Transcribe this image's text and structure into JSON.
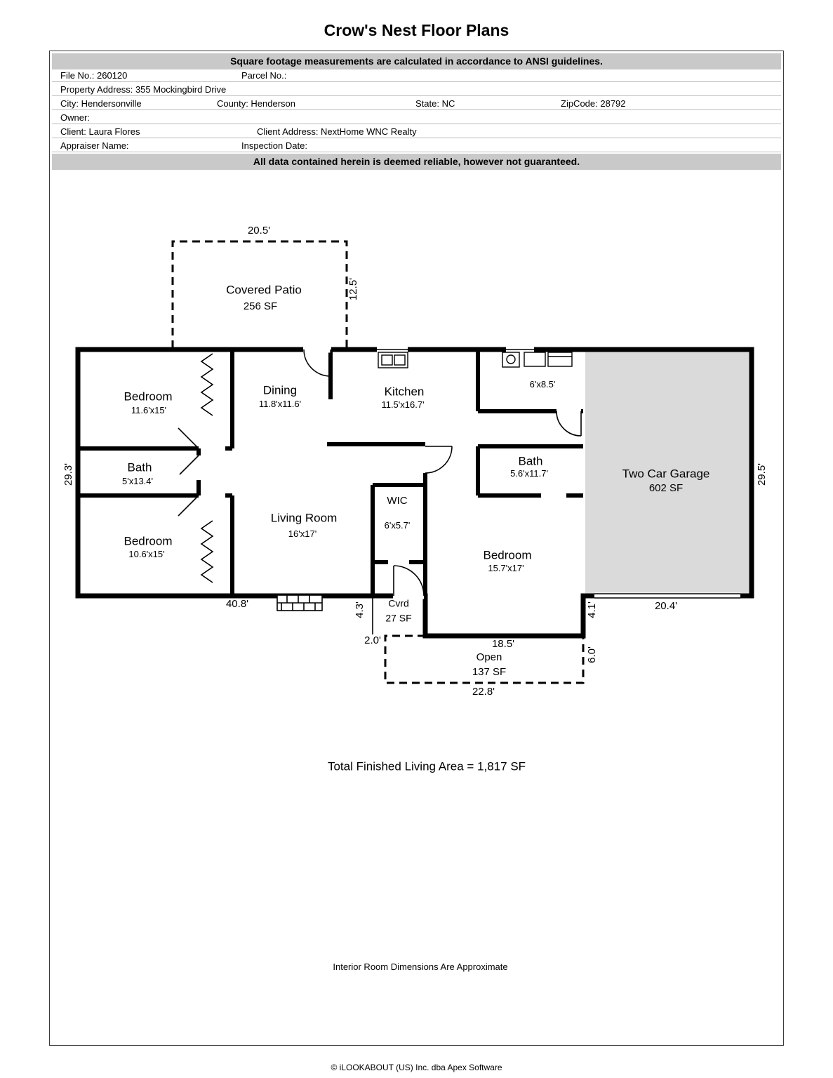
{
  "title": "Crow's Nest Floor Plans",
  "colors": {
    "banner_gray": "#c9c9c9",
    "garage_fill": "#dadada",
    "wall": "#000000"
  },
  "banners": {
    "ansi": "Square footage measurements are calculated in accordance to ANSI guidelines.",
    "disclaimer": "All data contained herein is deemed reliable, however not guaranteed."
  },
  "info": {
    "file_no": "File No.: 260120",
    "parcel_no": "Parcel No.:",
    "property_address": "Property Address: 355 Mockingbird Drive",
    "city": "City: Hendersonville",
    "county": "County: Henderson",
    "state": "State: NC",
    "zipcode": "ZipCode: 28792",
    "owner": "Owner:",
    "client": "Client: Laura Flores",
    "client_address": "Client Address: NextHome WNC Realty",
    "appraiser": "Appraiser Name:",
    "inspection": "Inspection Date:"
  },
  "rooms": {
    "covered_patio": {
      "name": "Covered Patio",
      "area": "256 SF"
    },
    "bedroom1": {
      "name": "Bedroom",
      "dims": "11.6'x15'"
    },
    "dining": {
      "name": "Dining",
      "dims": "11.8'x11.6'"
    },
    "kitchen": {
      "name": "Kitchen",
      "dims": "11.5'x16.7'"
    },
    "utility": {
      "dims": "6'x8.5'"
    },
    "bath1": {
      "name": "Bath",
      "dims": "5'x13.4'"
    },
    "bath2": {
      "name": "Bath",
      "dims": "5.6'x11.7'"
    },
    "garage": {
      "name": "Two Car Garage",
      "area": "602 SF"
    },
    "living_room": {
      "name": "Living Room",
      "dims": "16'x17'"
    },
    "wic": {
      "name": "WIC",
      "dims": "6'x5.7'"
    },
    "bedroom2": {
      "name": "Bedroom",
      "dims": "10.6'x15'"
    },
    "bedroom3": {
      "name": "Bedroom",
      "dims": "15.7'x17'"
    },
    "cvrd": {
      "name": "Cvrd",
      "area": "27 SF"
    },
    "open": {
      "name": "Open",
      "area": "137 SF"
    }
  },
  "dims": {
    "patio_width": "20.5'",
    "patio_depth": "12.5'",
    "left_side": "29.3'",
    "right_side": "29.5'",
    "bottom_left": "40.8'",
    "porch_depth": "4.3'",
    "step": "2.0'",
    "open_top": "18.5'",
    "right_gap_upper": "4.1'",
    "right_gap_lower": "6.0'",
    "garage_width": "20.4'",
    "open_bottom": "22.8'"
  },
  "summary": {
    "total": "Total Finished Living Area = 1,817 SF",
    "note": "Interior Room Dimensions Are Approximate"
  },
  "footer": "© iLOOKABOUT (US) Inc. dba Apex Software"
}
